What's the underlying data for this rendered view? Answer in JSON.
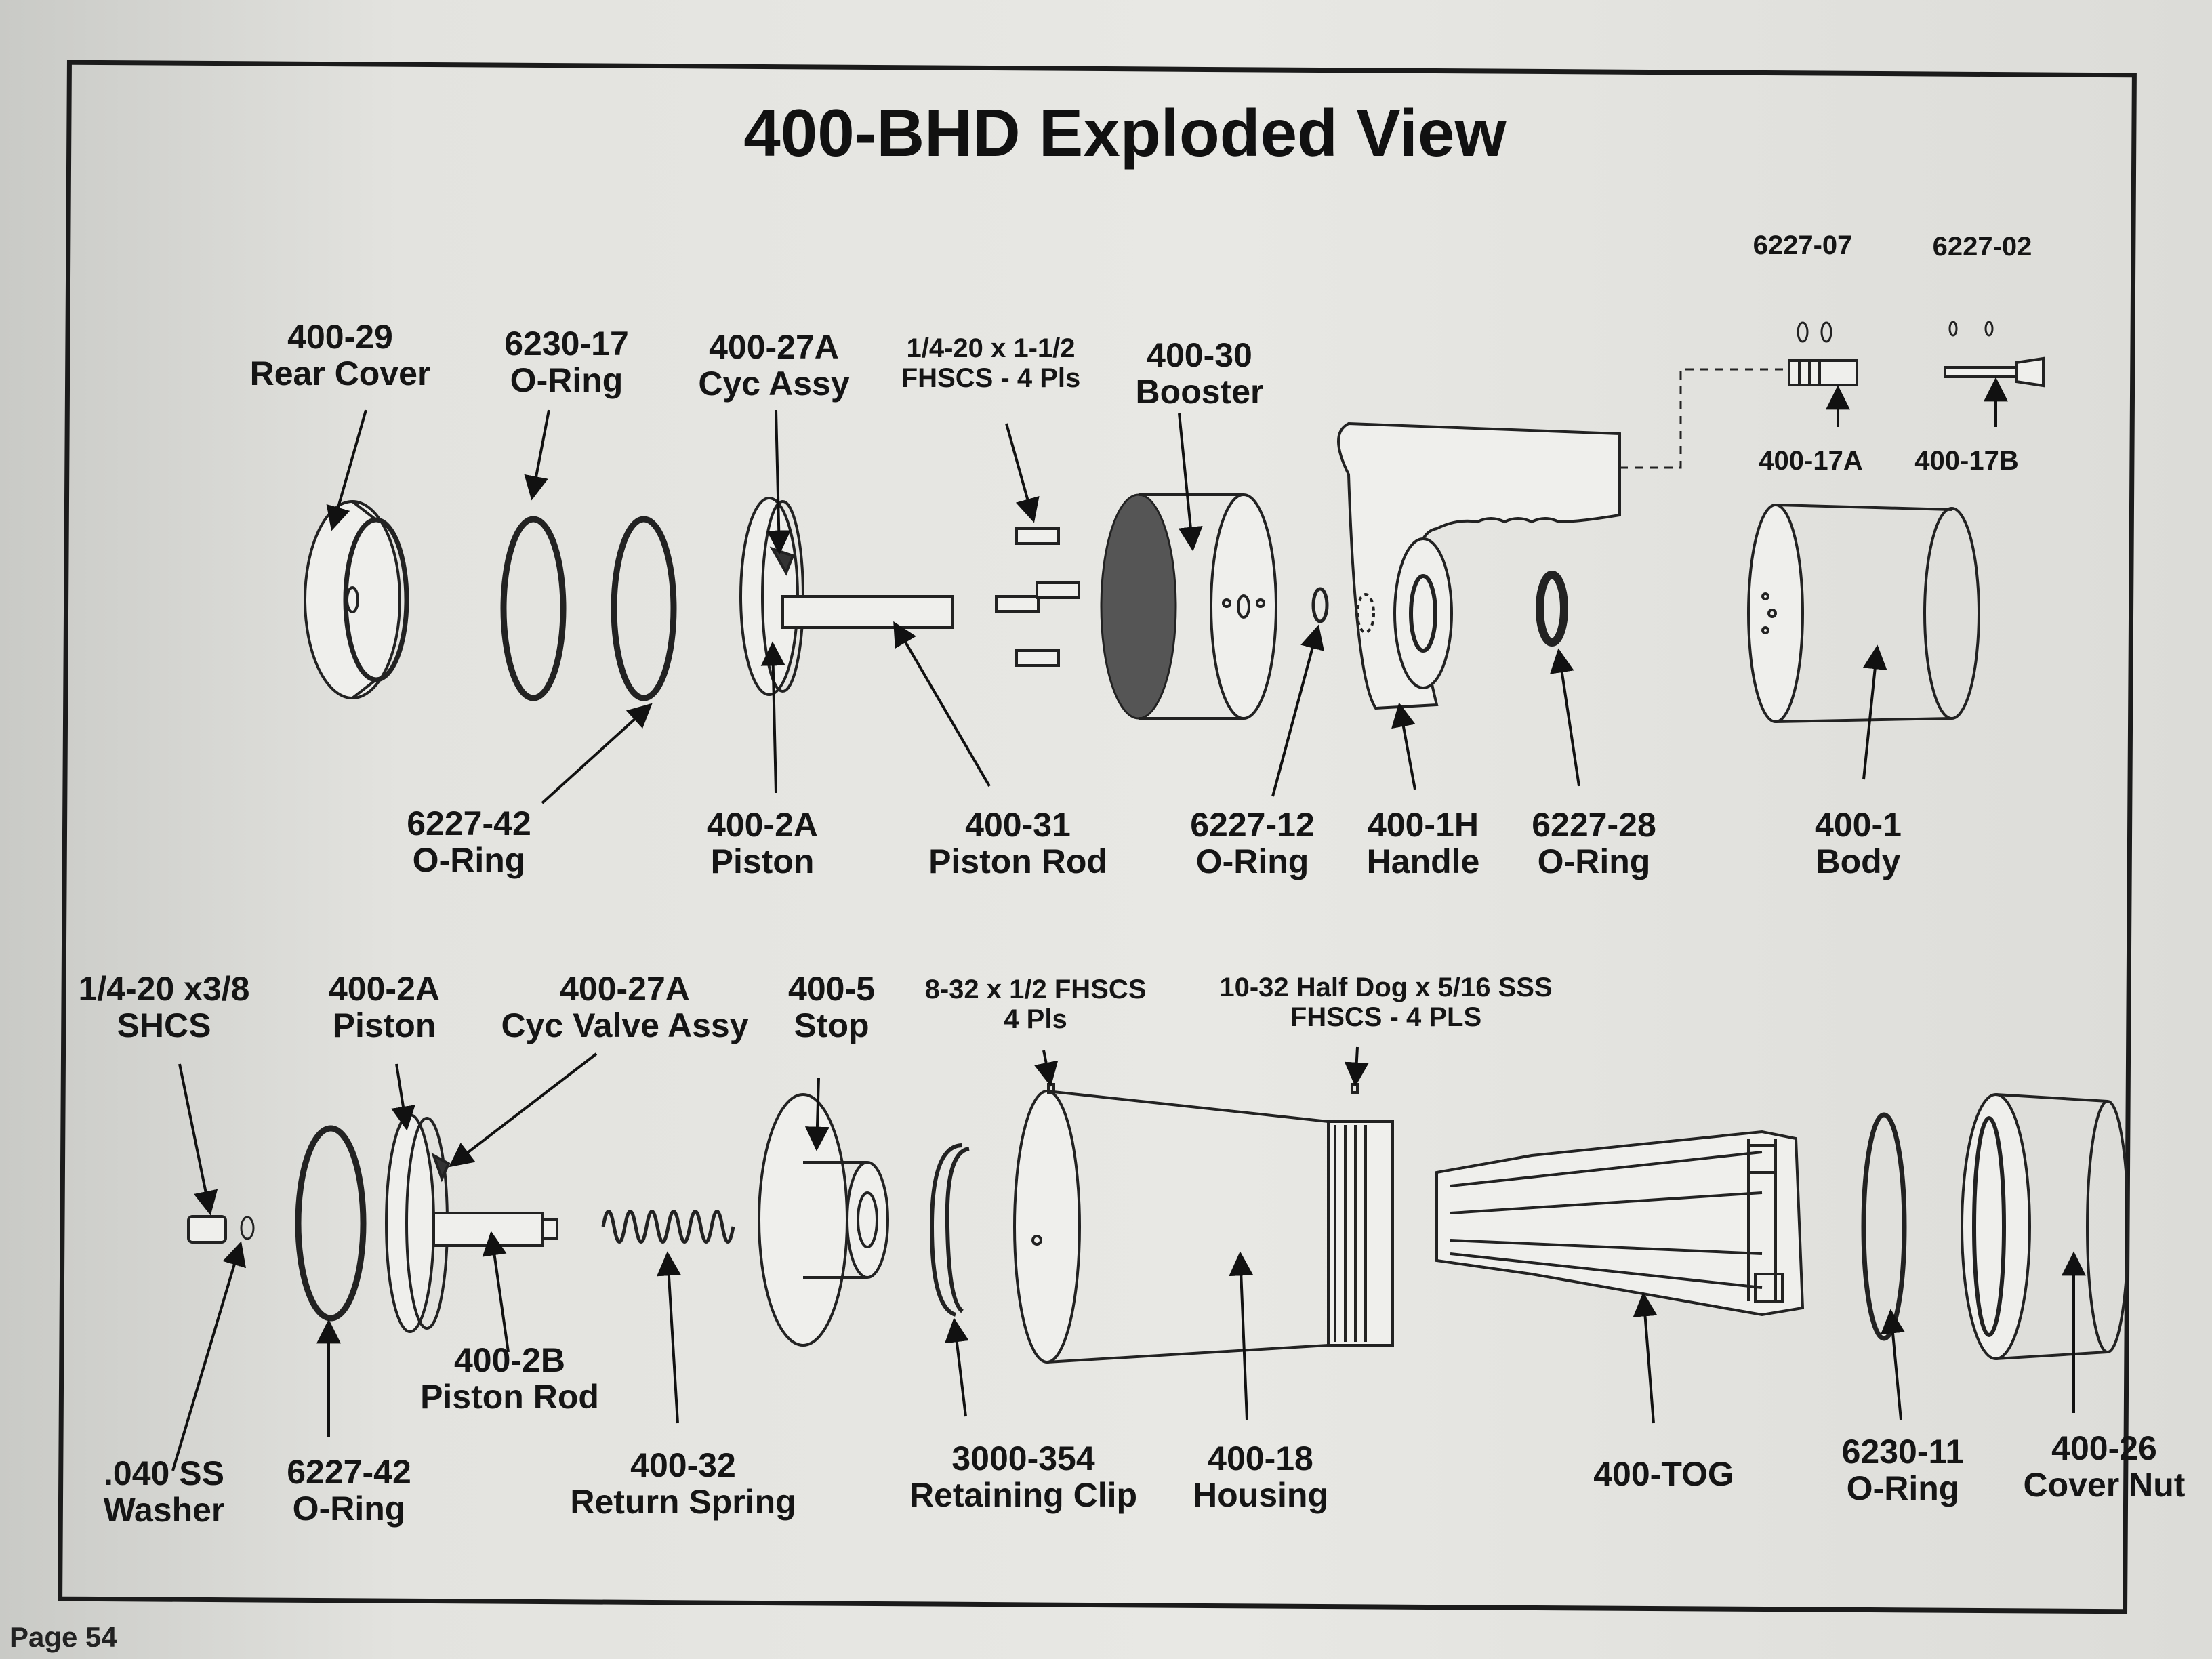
{
  "title": "400-BHD Exploded View",
  "page_label": "Page 54",
  "top_row": {
    "rear_cover": {
      "part": "400-29",
      "name": "Rear Cover"
    },
    "oring_6230_17": {
      "part": "6230-17",
      "name": "O-Ring"
    },
    "cyc_assy": {
      "part": "400-27A",
      "name": "Cyc Assy"
    },
    "fhscs": {
      "part": "1/4-20 x 1-1/2",
      "name": "FHSCS - 4 Pls"
    },
    "booster": {
      "part": "400-30",
      "name": "Booster"
    },
    "fitting_a": {
      "part": "6227-07",
      "sub": "400-17A"
    },
    "fitting_b": {
      "part": "6227-02",
      "sub": "400-17B"
    },
    "oring_6227_42": {
      "part": "6227-42",
      "name": "O-Ring"
    },
    "piston": {
      "part": "400-2A",
      "name": "Piston"
    },
    "piston_rod": {
      "part": "400-31",
      "name": "Piston Rod"
    },
    "oring_6227_12": {
      "part": "6227-12",
      "name": "O-Ring"
    },
    "handle": {
      "part": "400-1H",
      "name": "Handle"
    },
    "oring_6227_28": {
      "part": "6227-28",
      "name": "O-Ring"
    },
    "body": {
      "part": "400-1",
      "name": "Body"
    }
  },
  "bottom_row": {
    "shcs": {
      "part": "1/4-20 x3/8",
      "name": "SHCS"
    },
    "piston": {
      "part": "400-2A",
      "name": "Piston"
    },
    "cyc_valve_assy": {
      "part": "400-27A",
      "name": "Cyc Valve Assy"
    },
    "stop": {
      "part": "400-5",
      "name": "Stop"
    },
    "fhscs_832": {
      "part": "8-32 x 1/2  FHSCS",
      "name": "4 Pls"
    },
    "half_dog": {
      "part": "10-32 Half Dog x 5/16 SSS",
      "name": "FHSCS - 4 PLS"
    },
    "washer": {
      "part": ".040 SS",
      "name": "Washer"
    },
    "oring_6227_42": {
      "part": "6227-42",
      "name": "O-Ring"
    },
    "piston_rod": {
      "part": "400-2B",
      "name": "Piston Rod"
    },
    "return_spring": {
      "part": "400-32",
      "name": "Return Spring"
    },
    "retaining_clip": {
      "part": "3000-354",
      "name": "Retaining Clip"
    },
    "housing": {
      "part": "400-18",
      "name": "Housing"
    },
    "tog": {
      "part": "400-TOG"
    },
    "oring_6230_11": {
      "part": "6230-11",
      "name": "O-Ring"
    },
    "cover_nut": {
      "part": "400-26",
      "name": "Cover Nut"
    }
  }
}
